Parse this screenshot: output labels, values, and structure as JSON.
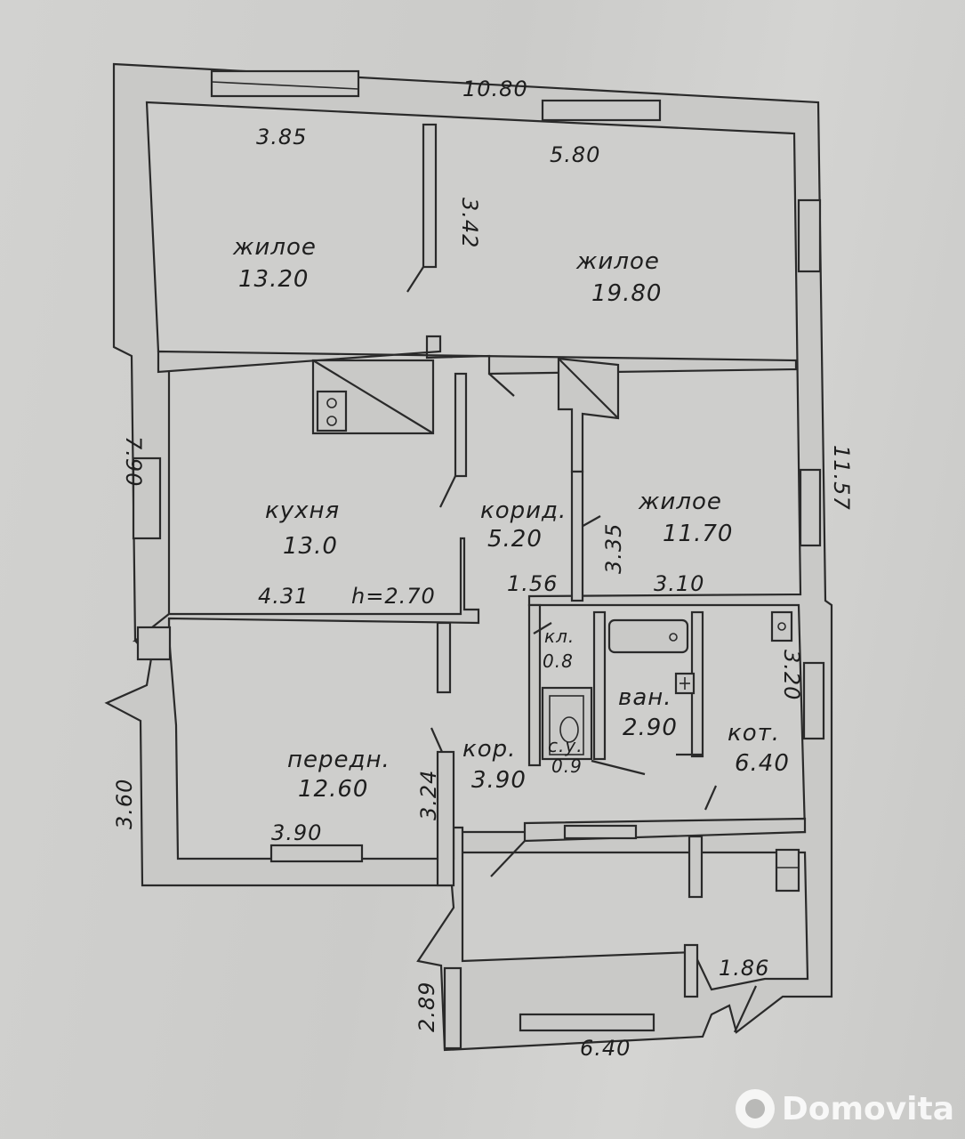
{
  "rooms": {
    "living_1": {
      "name": "жилое",
      "area": "13.20"
    },
    "living_2": {
      "name": "жилое",
      "area": "19.80"
    },
    "living_3": {
      "name": "жилое",
      "area": "11.70"
    },
    "kitchen": {
      "name": "кухня",
      "area": "13.0"
    },
    "corridor_1": {
      "name": "корид.",
      "area": "5.20"
    },
    "hall": {
      "name": "передн.",
      "area": "12.60"
    },
    "corridor_2": {
      "name": "кор.",
      "area": "3.90"
    },
    "toilet": {
      "name": "с.у.",
      "area": "0.9"
    },
    "pantry": {
      "name": "кл.",
      "area": "0.8"
    },
    "bath": {
      "name": "ван.",
      "area": "2.90"
    },
    "boiler": {
      "name": "кот.",
      "area": "6.40"
    }
  },
  "dimensions": {
    "top_total": "10.80",
    "top_left": "3.85",
    "top_right": "5.80",
    "wall_342": "3.42",
    "left_790": "7.90",
    "right_1157": "11.57",
    "kitchen_width": "4.31",
    "ceiling_height": "h=2.70",
    "width_156": "1.56",
    "height_335": "3.35",
    "width_310": "3.10",
    "height_320": "3.20",
    "left_360": "3.60",
    "height_324": "3.24",
    "hall_width": "3.90",
    "height_289": "2.89",
    "width_186": "1.86",
    "bottom_640": "6.40"
  },
  "watermark": {
    "brand": "Domovita"
  }
}
